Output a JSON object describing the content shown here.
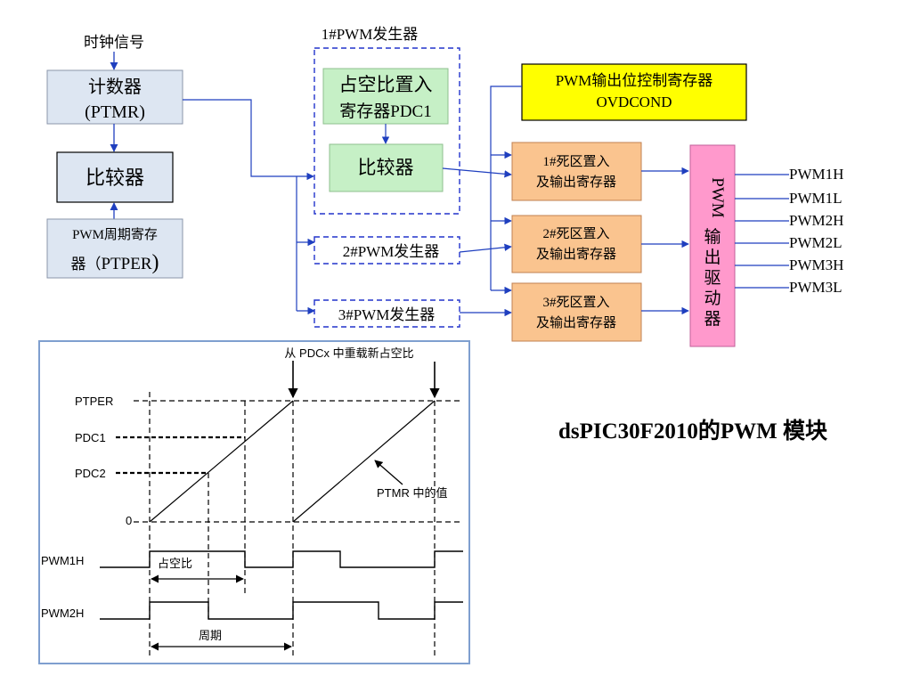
{
  "block_diagram": {
    "clock_signal": "时钟信号",
    "counter": {
      "line1": "计数器",
      "line2": "(PTMR)"
    },
    "comparator_main": "比较器",
    "period_register": {
      "line1": "PWM周期寄存",
      "line2a": "器（",
      "line2b": "PTPER",
      "line2c": ")"
    },
    "gen1_title": "1#PWM发生器",
    "duty_register": {
      "line1": "占空比置入",
      "line2": "寄存器PDC1"
    },
    "gen1_comparator": "比较器",
    "gen2": "2#PWM发生器",
    "gen3": "3#PWM发生器",
    "ovd_register": {
      "line1": "PWM输出位控制寄存器",
      "line2": "OVDCOND"
    },
    "deadtime_registers": [
      {
        "line1": "1#死区置入",
        "line2": "及输出寄存器"
      },
      {
        "line1": "2#死区置入",
        "line2": "及输出寄存器"
      },
      {
        "line1": "3#死区置入",
        "line2": "及输出寄存器"
      }
    ],
    "output_driver": [
      "PWM",
      "输",
      "出",
      "驱",
      "动",
      "器"
    ],
    "outputs": [
      "PWM1H",
      "PWM1L",
      "PWM2H",
      "PWM2L",
      "PWM3H",
      "PWM3L"
    ]
  },
  "timing_diagram": {
    "reload_note": "从 PDCx 中重载新占空比",
    "levels": [
      "PTPER",
      "PDC1",
      "PDC2",
      "0"
    ],
    "ptmr_label": "PTMR 中的值",
    "signals": [
      "PWM1H",
      "PWM2H"
    ],
    "duty_label": "占空比",
    "period_label": "周期"
  },
  "title": "dsPIC30F2010的PWM 模块",
  "colors": {
    "arrow": "#1f3fbf",
    "box_blue": "#dde6f2",
    "box_green": "#c6f0c6",
    "box_orange": "#fac48f",
    "box_yellow": "#ffff00",
    "box_pink": "#ff99cc",
    "dashed_border": "#2233cc",
    "timing_border": "#7f9fcf"
  }
}
